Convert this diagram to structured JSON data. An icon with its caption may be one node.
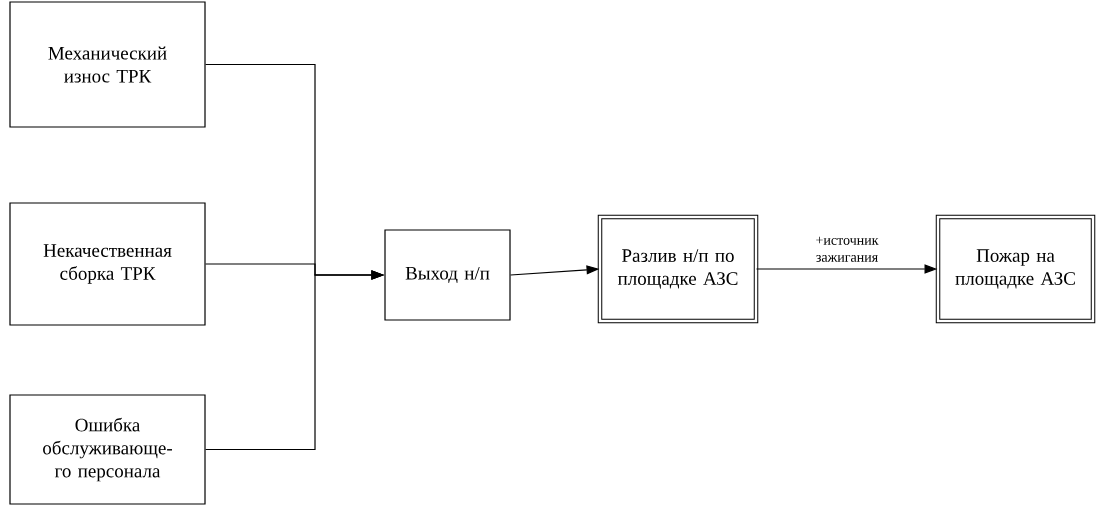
{
  "diagram": {
    "nodes": [
      {
        "text": [
          "Механический износ ТРК"
        ]
      },
      {
        "text": [
          "Некачественная сборка ТРК"
        ]
      },
      {
        "text": [
          "Ошибка обслуживающе-го персонала"
        ]
      },
      {
        "text": [
          "Выход н/п"
        ]
      },
      {
        "text": [
          "Разлив н/п по площадке АЗС"
        ]
      },
      {
        "text": [
          "Пожар на площадке АЗС"
        ]
      }
    ],
    "edges": [
      {
        "from": 0,
        "to": 3,
        "arrow": "to"
      },
      {
        "from": 1,
        "to": 3,
        "arrow": "to"
      },
      {
        "from": 2,
        "to": 3,
        "arrow": "to"
      },
      {
        "from": 3,
        "to": 4,
        "arrow": "to"
      },
      {
        "from": 4,
        "to": 5,
        "arrow": "to",
        "label": "+источник зажигания"
      }
    ]
  }
}
